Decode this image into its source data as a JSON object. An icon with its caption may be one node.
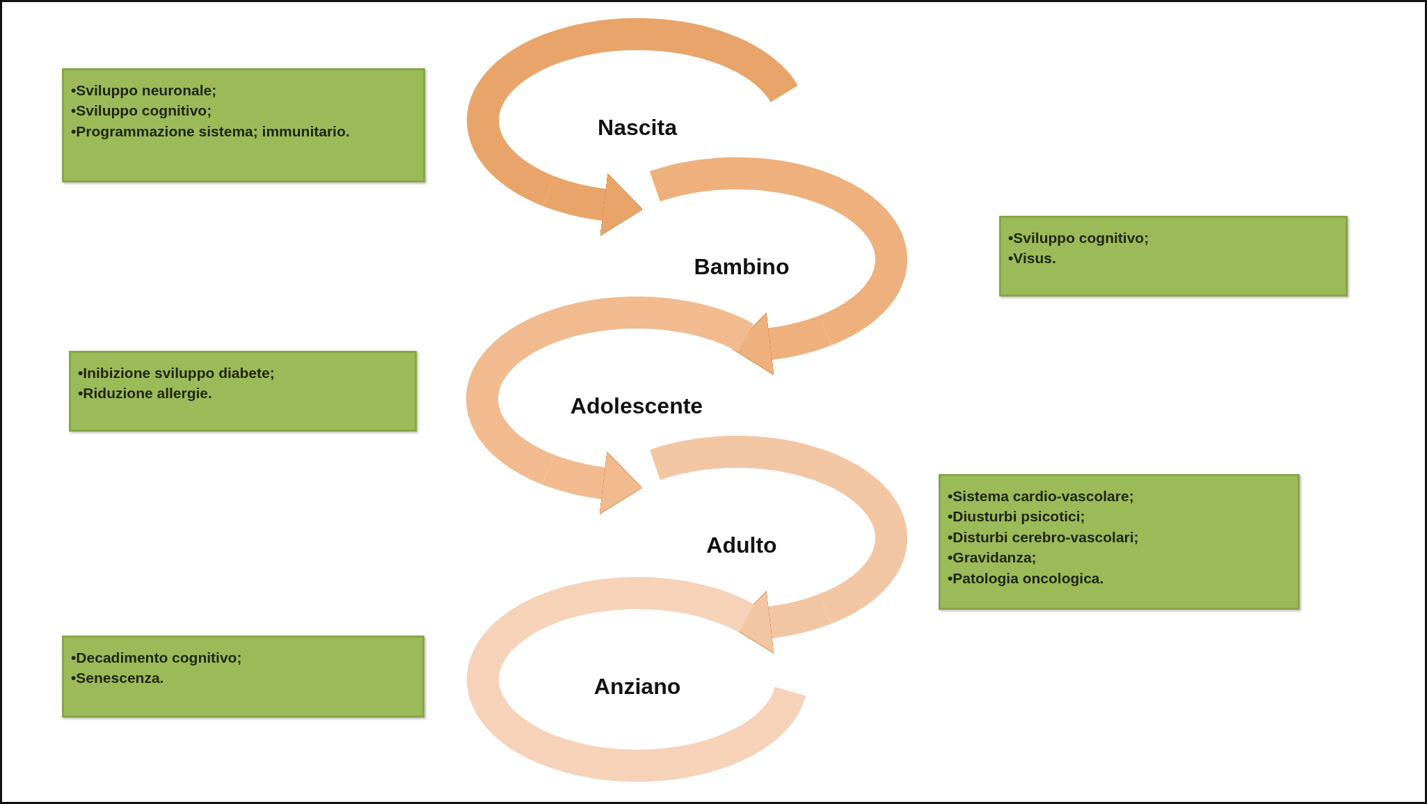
{
  "diagram": {
    "nodes": [
      {
        "text": [
          "•Sviluppo neuronale;",
          "•Sviluppo cognitivo;",
          "•Programmazione sistema; immunitario."
        ]
      },
      {
        "text": [
          "Nascita"
        ]
      },
      {
        "text": [
          "Bambino"
        ]
      },
      {
        "text": [
          "•Sviluppo cognitivo;",
          "•Visus."
        ]
      },
      {
        "text": [
          "•Inibizione sviluppo diabete;",
          "•Riduzione allergie."
        ]
      },
      {
        "text": [
          "Adolescente"
        ]
      },
      {
        "text": [
          "Adulto"
        ]
      },
      {
        "text": [
          "•Sistema cardio-vascolare;",
          "•Diusturbi psicotici;",
          "•Disturbi cerebro-vascolari;",
          "•Gravidanza;",
          "•Patologia oncologica."
        ]
      },
      {
        "text": [
          "•Decadimento cognitivo;",
          "•Senescenza."
        ]
      },
      {
        "text": [
          "Anziano"
        ]
      }
    ],
    "edges": [
      {
        "from": 1,
        "to": 2,
        "arrow": "to"
      },
      {
        "from": 2,
        "to": 5,
        "arrow": "to"
      },
      {
        "from": 5,
        "to": 6,
        "arrow": "to"
      },
      {
        "from": 6,
        "to": 9,
        "arrow": "to"
      }
    ]
  }
}
